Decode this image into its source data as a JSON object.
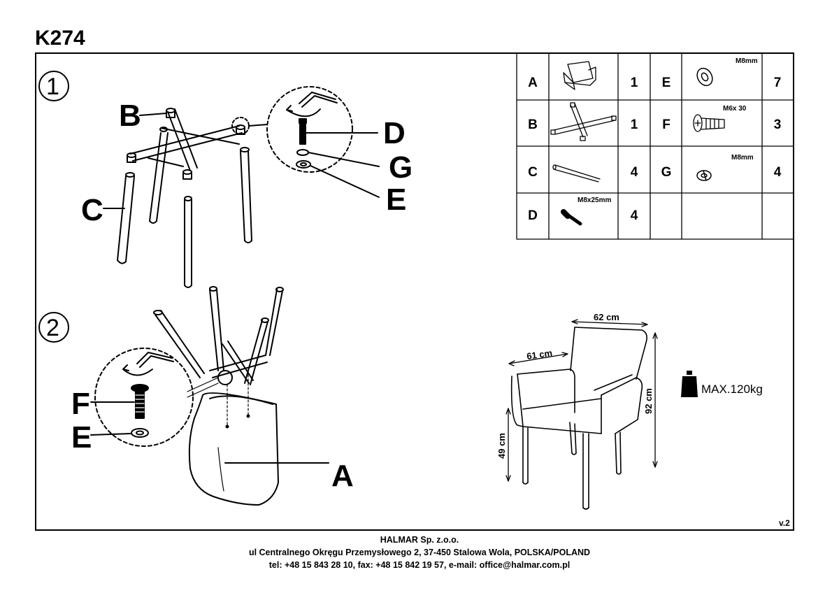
{
  "document": {
    "title": "K274",
    "version": "v.2"
  },
  "step1": {
    "number": "1",
    "labels": {
      "b": "B",
      "c": "C",
      "d": "D",
      "g": "G",
      "e": "E"
    }
  },
  "step2": {
    "number": "2",
    "labels": {
      "f": "F",
      "e": "E",
      "a": "A"
    }
  },
  "parts_table": [
    {
      "letter": "A",
      "qty": "1",
      "size": "",
      "icon": "armchair-icon"
    },
    {
      "letter": "B",
      "qty": "1",
      "size": "",
      "icon": "base-frame-icon"
    },
    {
      "letter": "C",
      "qty": "4",
      "size": "",
      "icon": "leg-icon"
    },
    {
      "letter": "D",
      "qty": "4",
      "size": "M8x25mm",
      "icon": "bolt-icon"
    },
    {
      "letter": "E",
      "qty": "7",
      "size": "M8mm",
      "icon": "washer-icon"
    },
    {
      "letter": "F",
      "qty": "3",
      "size": "M6x 30",
      "icon": "screw-icon"
    },
    {
      "letter": "G",
      "qty": "4",
      "size": "M8mm",
      "icon": "spring-washer-icon"
    }
  ],
  "dimensions": {
    "width": "62 cm",
    "depth": "61 cm",
    "height": "92 cm",
    "seat_height": "49 cm",
    "max_load": "MAX.120kg"
  },
  "footer": {
    "company": "HALMAR Sp. z.o.o.",
    "address": "ul Centralnego Okręgu Przemysłowego 2, 37-450 Stalowa Wola, POLSKA/POLAND",
    "contact": "tel: +48 15 843 28 10, fax: +48 15 842 19 57, e-mail: office@halmar.com.pl"
  }
}
